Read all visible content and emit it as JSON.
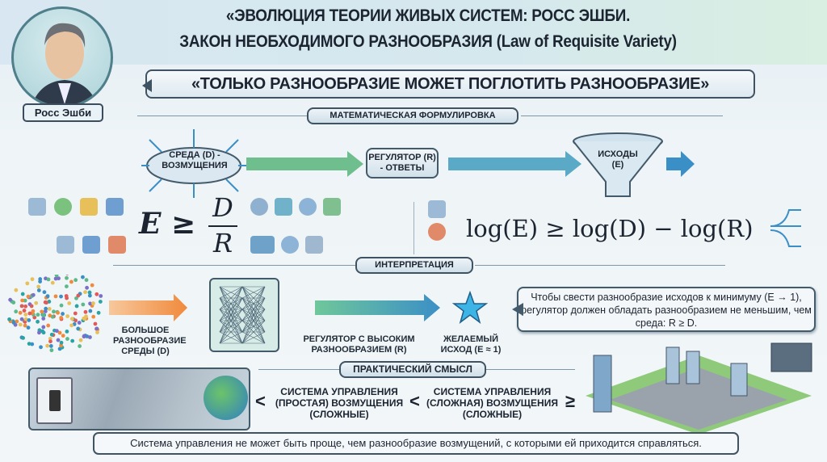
{
  "header": {
    "title_line1": "«ЭВОЛЮЦИЯ ТЕОРИИ ЖИВЫХ СИСТЕМ: РОСС ЭШБИ.",
    "title_line2": "ЗАКОН НЕОБХОДИМОГО РАЗНООБРАЗИЯ (Law of Requisite Variety)",
    "portrait_name": "Росс Эшби",
    "quote": "«ТОЛЬКО РАЗНООБРАЗИЕ МОЖЕТ ПОГЛОТИТЬ РАЗНООБРАЗИЕ»"
  },
  "math": {
    "section": "МАТЕМАТИЧЕСКАЯ ФОРМУЛИРОВКА",
    "environment": "СРЕДА (D) - ВОЗМУЩЕНИЯ",
    "regulator": "РЕГУЛЯТОР (R) - ОТВЕТЫ",
    "outcomes": "ИСХОДЫ (E)",
    "formula_lhs": "E ≥",
    "formula_num": "D",
    "formula_den": "R",
    "log_formula": "log(E) ≥ log(D) − log(R)"
  },
  "interpretation": {
    "section": "ИНТЕРПРЕТАЦИЯ",
    "env_label": "БОЛЬШОЕ РАЗНООБРАЗИЕ СРЕДЫ (D)",
    "reg_label": "РЕГУЛЯТОР С ВЫСОКИМ РАЗНООБРАЗИЕМ (R)",
    "goal_label": "ЖЕЛАЕМЫЙ ИСХОД (E ≈ 1)",
    "callout": "Чтобы свести разнообразие исходов к минимуму (E → 1), регулятор должен обладать разнообразием не меньшим, чем среда: R ≥ D."
  },
  "practical": {
    "section": "ПРАКТИЧЕСКИЙ СМЫСЛ",
    "lt1": "<",
    "simple": "СИСТЕМА УПРАВЛЕНИЯ (ПРОСТАЯ) ВОЗМУЩЕНИЯ (СЛОЖНЫЕ)",
    "lt2": "<",
    "complex": "СИСТЕМА УПРАВЛЕНИЯ (СЛОЖНАЯ) ВОЗМУЩЕНИЯ (СЛОЖНЫЕ)",
    "ge": "≥",
    "conclusion": "Система управления не может быть проще, чем разнообразие возмущений, с которыми ей приходится справляться."
  },
  "colors": {
    "accent_orange": "#f08a3c",
    "accent_blue": "#3b8fc7",
    "accent_green": "#5bb98a",
    "border": "#3f5363"
  },
  "icons": [
    "weather-icon",
    "virus-icon",
    "money-chart-icon",
    "bar-chart-icon",
    "network-icon",
    "brain-icon",
    "chip-icon",
    "ai-icon",
    "star-icon",
    "funnel-icon",
    "cloud-icon",
    "switch-icon",
    "globe-icon",
    "city-icon"
  ]
}
